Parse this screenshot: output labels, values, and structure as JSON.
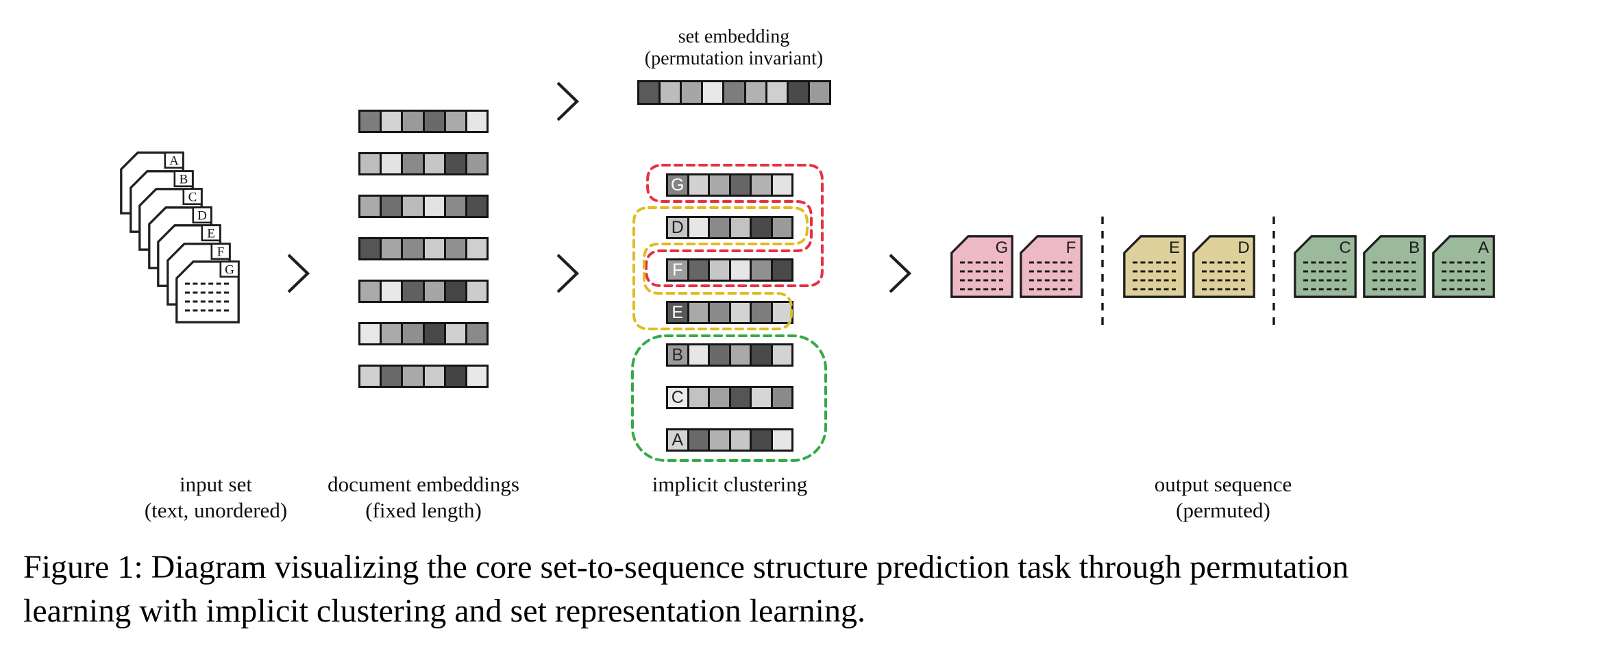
{
  "colors": {
    "ink": "#1f1f1f",
    "cell_border": "#151515",
    "cluster_red": "#ea2e44",
    "cluster_yellow": "#e0bc20",
    "cluster_green": "#35aa47",
    "doc_pink": "#edb9c4",
    "doc_tan": "#ddd09a",
    "doc_green": "#9aba9b",
    "paper": "#ffffff"
  },
  "input_set": {
    "label_line1": "input set",
    "label_line2": "(text, unordered)",
    "documents": [
      "A",
      "B",
      "C",
      "D",
      "E",
      "F",
      "G"
    ]
  },
  "document_embeddings": {
    "label_line1": "document embeddings",
    "label_line2": "(fixed length)",
    "rows": [
      [
        "#7d7d7d",
        "#d3d3d3",
        "#9a9a9a",
        "#6a6a6a",
        "#aaaaaa",
        "#e6e6e6"
      ],
      [
        "#bdbdbd",
        "#e3e3e3",
        "#8a8a8a",
        "#c6c6c6",
        "#4f4f4f",
        "#999999"
      ],
      [
        "#aaaaaa",
        "#6f6f6f",
        "#bbbbbb",
        "#e3e3e3",
        "#8a8a8a",
        "#4f4f4f"
      ],
      [
        "#555555",
        "#a6a6a6",
        "#8a8a8a",
        "#cccccc",
        "#909090",
        "#cfcfcf"
      ],
      [
        "#aaaaaa",
        "#e8e8e8",
        "#606060",
        "#a6a6a6",
        "#454545",
        "#cccccc"
      ],
      [
        "#e8e8e8",
        "#aaaaaa",
        "#8f8f8f",
        "#484848",
        "#d0d0d0",
        "#8a8a8a"
      ],
      [
        "#d0d0d0",
        "#6a6a6a",
        "#a9a9a9",
        "#cccccc",
        "#444444",
        "#e8e8e8"
      ]
    ]
  },
  "set_embedding": {
    "label_line1": "set embedding",
    "label_line2": "(permutation invariant)",
    "cells": [
      "#5a5a5a",
      "#bcbcbc",
      "#a6a6a6",
      "#e8e8e8",
      "#7d7d7d",
      "#b2b2b2",
      "#cfcfcf",
      "#4a4a4a",
      "#9a9a9a"
    ]
  },
  "implicit_clustering": {
    "label": "implicit clustering",
    "rows": [
      {
        "letter": "G",
        "letter_bg": "#838383",
        "letter_color": "#ffffff",
        "cells": [
          "#d2d2d2",
          "#a9a9a9",
          "#666666",
          "#b3b3b3",
          "#e3e3e3"
        ]
      },
      {
        "letter": "D",
        "letter_bg": "#c4c4c4",
        "letter_color": "#222222",
        "cells": [
          "#e6e6e6",
          "#8a8a8a",
          "#c2c2c2",
          "#4a4a4a",
          "#9a9a9a"
        ]
      },
      {
        "letter": "F",
        "letter_bg": "#9c9c9c",
        "letter_color": "#ffffff",
        "cells": [
          "#666666",
          "#c6c6c6",
          "#e6e6e6",
          "#909090",
          "#4a4a4a"
        ]
      },
      {
        "letter": "E",
        "letter_bg": "#585858",
        "letter_color": "#ffffff",
        "cells": [
          "#a9a9a9",
          "#8a8a8a",
          "#d3d3d3",
          "#7d7d7d",
          "#d3d3d3"
        ]
      },
      {
        "letter": "B",
        "letter_bg": "#9c9c9c",
        "letter_color": "#2a2a2a",
        "cells": [
          "#e6e6e6",
          "#6a6a6a",
          "#a9a9a9",
          "#4a4a4a",
          "#d3d3d3"
        ]
      },
      {
        "letter": "C",
        "letter_bg": "#eaeaea",
        "letter_color": "#222222",
        "cells": [
          "#c2c2c2",
          "#a0a0a0",
          "#555555",
          "#d6d6d6",
          "#8a8a8a"
        ]
      },
      {
        "letter": "A",
        "letter_bg": "#d4d4d4",
        "letter_color": "#222222",
        "cells": [
          "#6a6a6a",
          "#b0b0b0",
          "#c6c6c6",
          "#4a4a4a",
          "#e6e6e6"
        ]
      }
    ],
    "clusters": [
      {
        "color": "red",
        "members": [
          "G",
          "F"
        ]
      },
      {
        "color": "yellow",
        "members": [
          "D",
          "E"
        ]
      },
      {
        "color": "green",
        "members": [
          "B",
          "C",
          "A"
        ]
      }
    ]
  },
  "output_sequence": {
    "label_line1": "output sequence",
    "label_line2": "(permuted)",
    "groups": [
      {
        "color_key": "doc_pink",
        "documents": [
          "G",
          "F"
        ]
      },
      {
        "color_key": "doc_tan",
        "documents": [
          "E",
          "D"
        ]
      },
      {
        "color_key": "doc_green",
        "documents": [
          "C",
          "B",
          "A"
        ]
      }
    ]
  },
  "caption": {
    "line1": "Figure 1: Diagram visualizing the core set-to-sequence structure prediction task through permutation",
    "line2": "learning with implicit clustering and set representation learning."
  }
}
